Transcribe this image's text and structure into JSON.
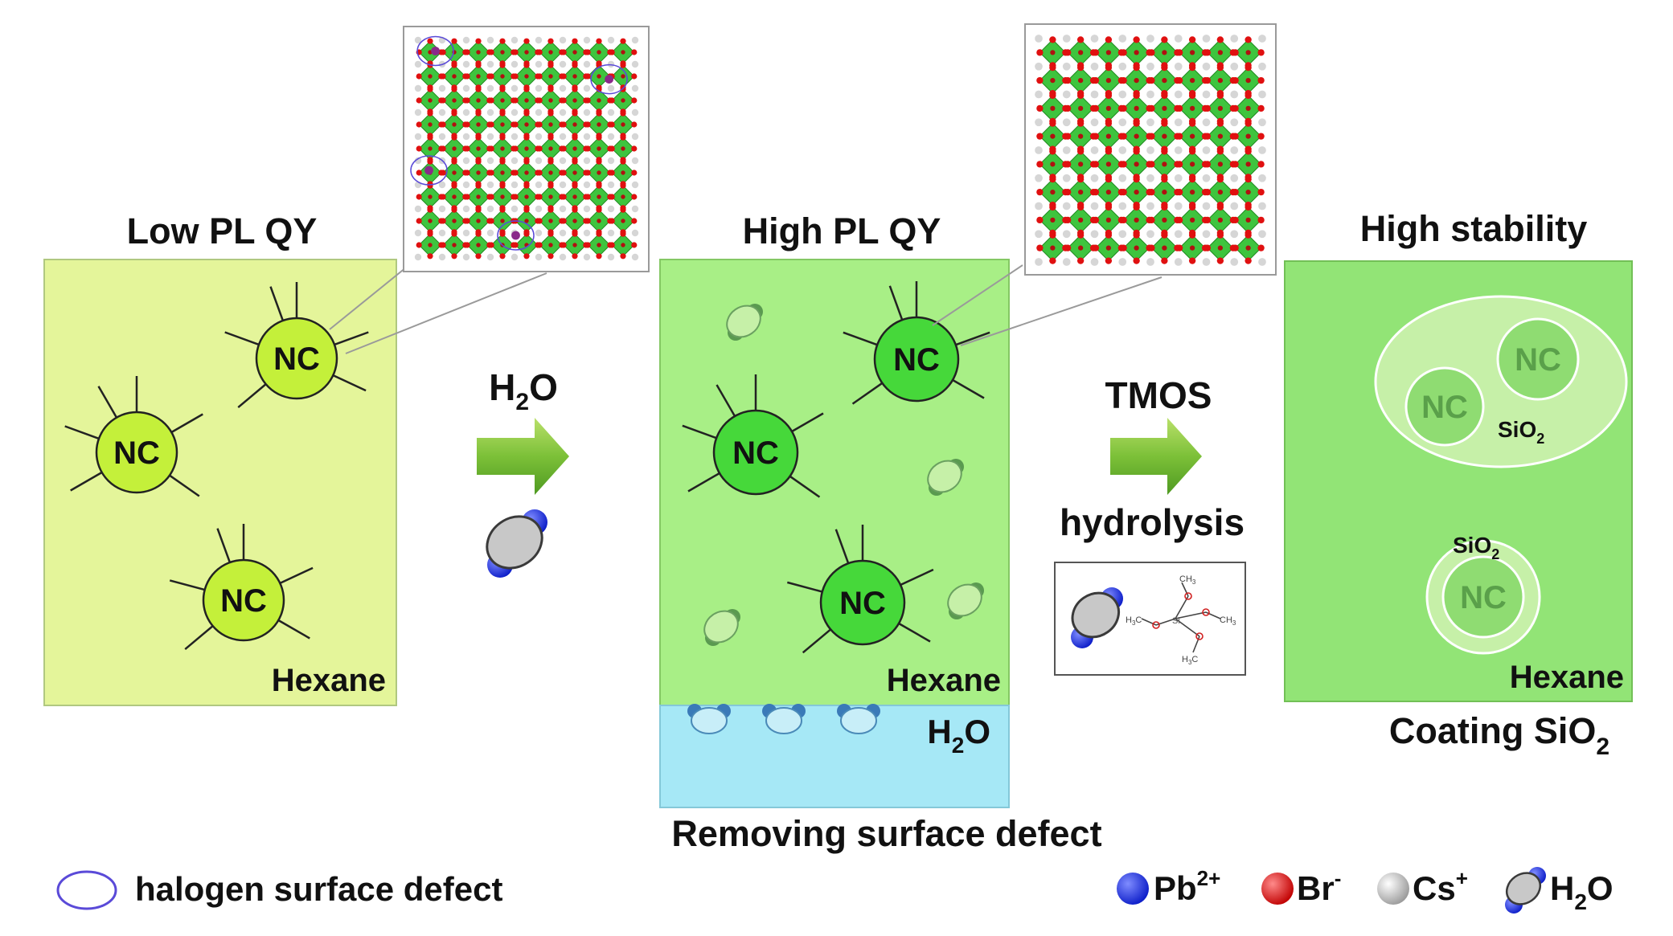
{
  "panels": {
    "low": {
      "title": "Low PL QY",
      "solvent": "Hexane",
      "nc_label": "NC"
    },
    "high": {
      "title": "High PL QY",
      "solvent": "Hexane",
      "water_label_base": "H",
      "water_label_sub": "2",
      "water_label_tail": "O",
      "caption": "Removing surface defect"
    },
    "stable": {
      "title": "High stability",
      "solvent": "Hexane",
      "coating_base": "Coating SiO",
      "coating_sub": "2",
      "sio2_base": "SiO",
      "sio2_sub": "2"
    }
  },
  "arrows": {
    "water": {
      "base": "H",
      "sub": "2",
      "tail": "O"
    },
    "tmos": {
      "top": "TMOS",
      "bottom": "hydrolysis"
    }
  },
  "tmos_molecule": {
    "ch3": "CH",
    "ch3_sub": "3",
    "h3c": "H",
    "h3c_sub": "3",
    "h3c_tail": "C",
    "si": "Si"
  },
  "legend": {
    "defect": "halogen surface defect",
    "pb": {
      "base": "Pb",
      "sup": "2+"
    },
    "br": {
      "base": "Br",
      "sup": "-"
    },
    "cs": {
      "base": "Cs",
      "sup": "+"
    },
    "h2o": {
      "base": "H",
      "sub": "2",
      "tail": "O"
    }
  },
  "colors": {
    "panel_low": "#e4f59a",
    "panel_high": "#a8ef86",
    "water_layer": "#a6e8f6",
    "nc_low": "#c4f03a",
    "nc_high": "#46d83a",
    "octahedron": "#3ec43e",
    "br_atom": "#e01010",
    "pb_atom": "#1020d0",
    "cs_atom": "#d8d8d8",
    "arrow": "#7cc038",
    "defect_ring": "#5a4ad8"
  }
}
